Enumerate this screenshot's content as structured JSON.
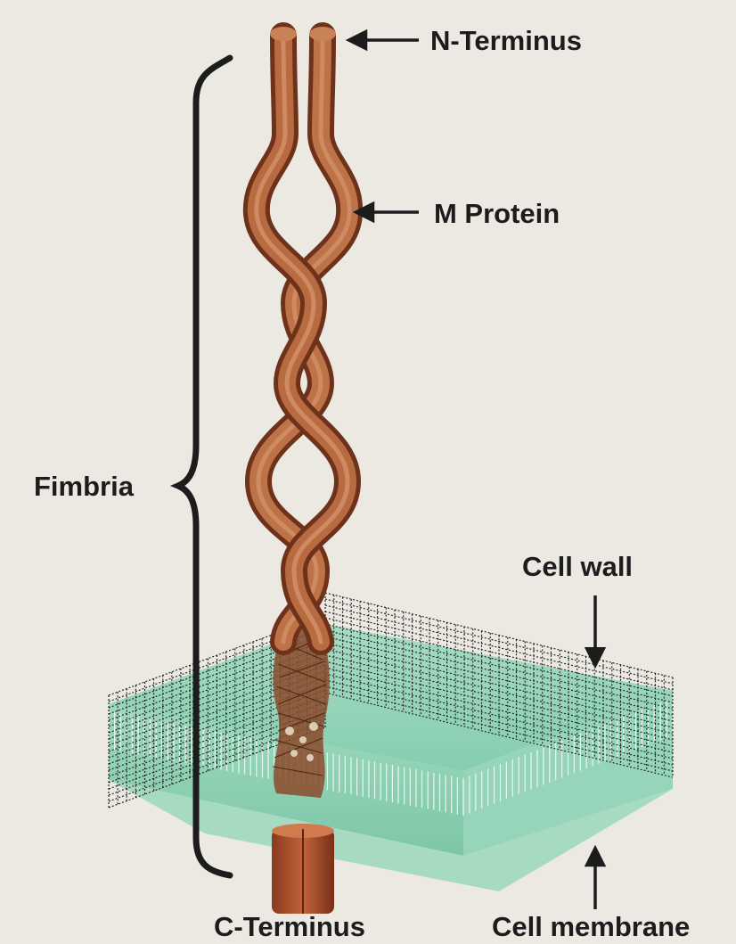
{
  "labels": {
    "n_terminus": "N-Terminus",
    "m_protein": "M Protein",
    "fimbria": "Fimbria",
    "cell_wall": "Cell wall",
    "c_terminus": "C-Terminus",
    "cell_membrane": "Cell membrane"
  },
  "colors": {
    "background": "#ece9e3",
    "protein": "#b0623a",
    "protein_dark": "#7e3c1e",
    "membrane": "#8fd2b4",
    "wall_lines": "#1c1c1c",
    "text": "#1c1c1c"
  }
}
